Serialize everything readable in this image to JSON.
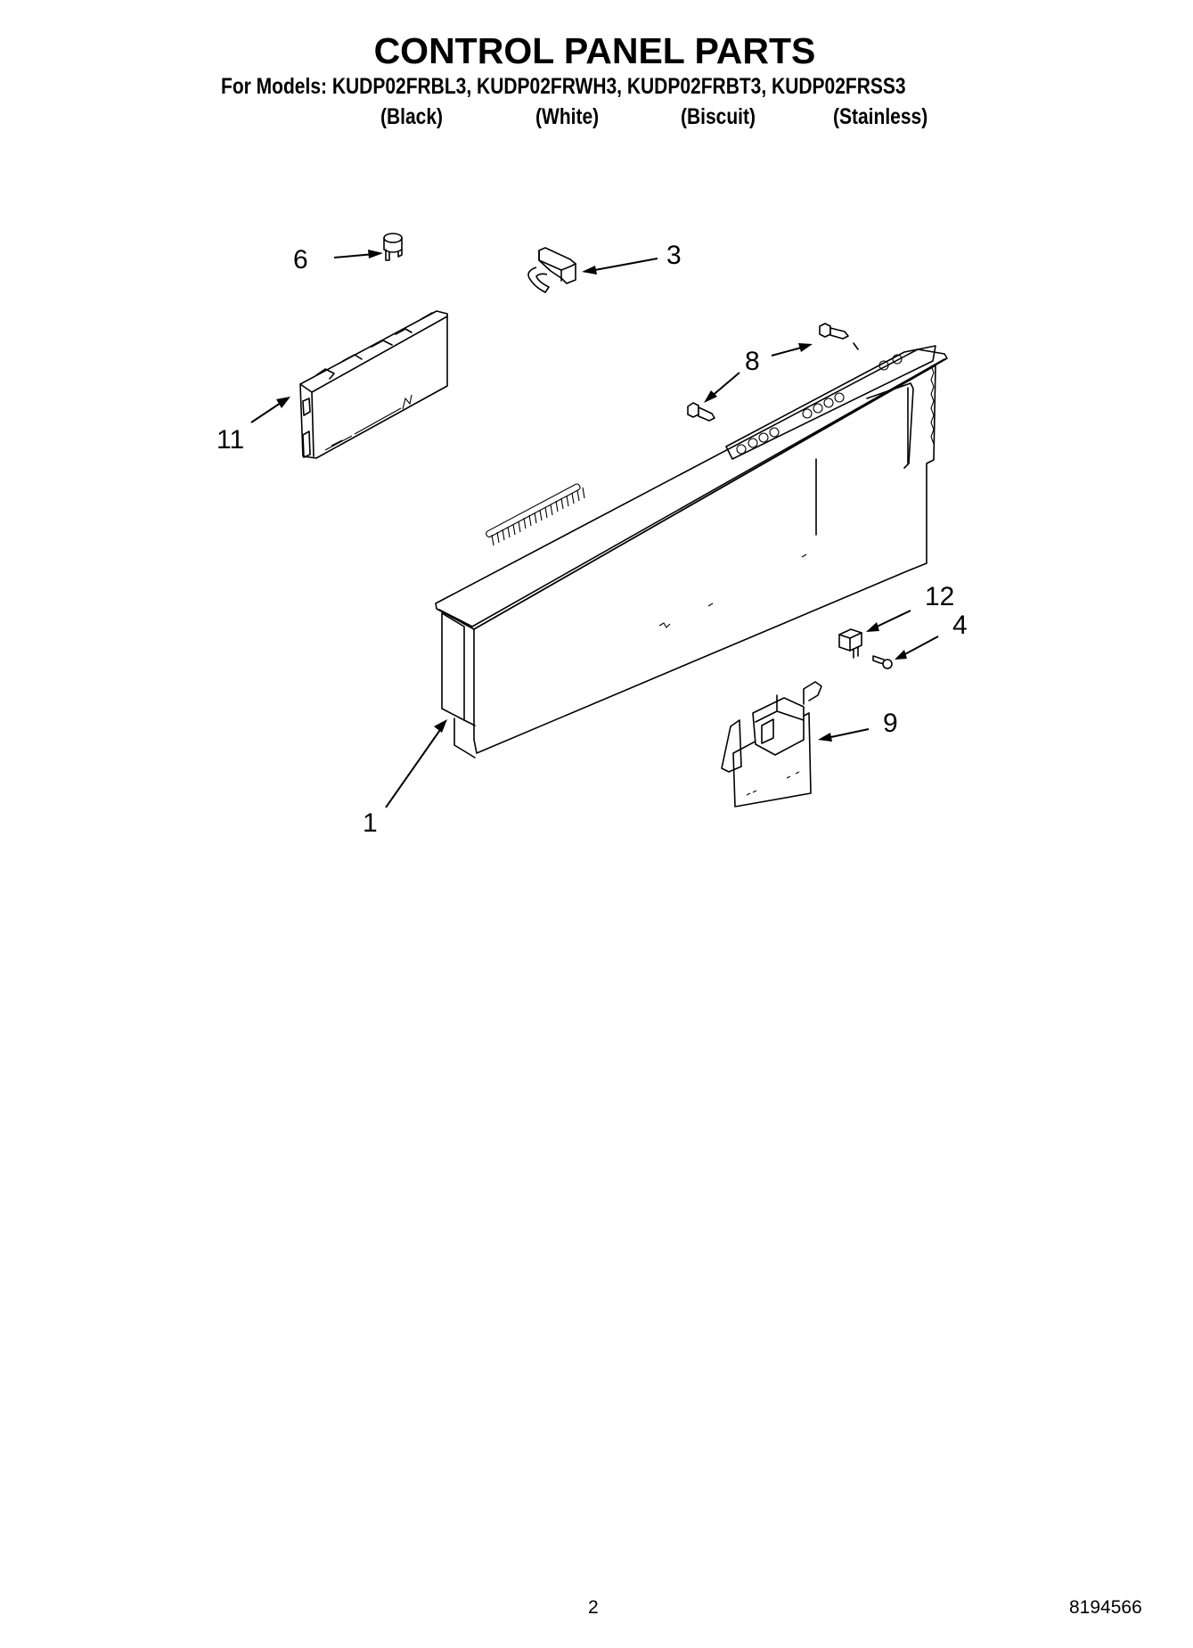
{
  "header": {
    "title": "CONTROL PANEL PARTS",
    "models_line": "For Models: KUDP02FRBL3, KUDP02FRWH3, KUDP02FRBT3, KUDP02FRSS3",
    "colors": [
      "(Black)",
      "(White)",
      "(Biscuit)",
      "(Stainless)"
    ]
  },
  "diagram": {
    "callouts": [
      {
        "number": "6",
        "part": "cap"
      },
      {
        "number": "3",
        "part": "clip"
      },
      {
        "number": "8",
        "part": "screw"
      },
      {
        "number": "11",
        "part": "control-board"
      },
      {
        "number": "12",
        "part": "switch"
      },
      {
        "number": "4",
        "part": "screw"
      },
      {
        "number": "9",
        "part": "latch-assembly"
      },
      {
        "number": "1",
        "part": "control-panel"
      }
    ]
  },
  "footer": {
    "page_number": "2",
    "document_number": "8194566"
  }
}
